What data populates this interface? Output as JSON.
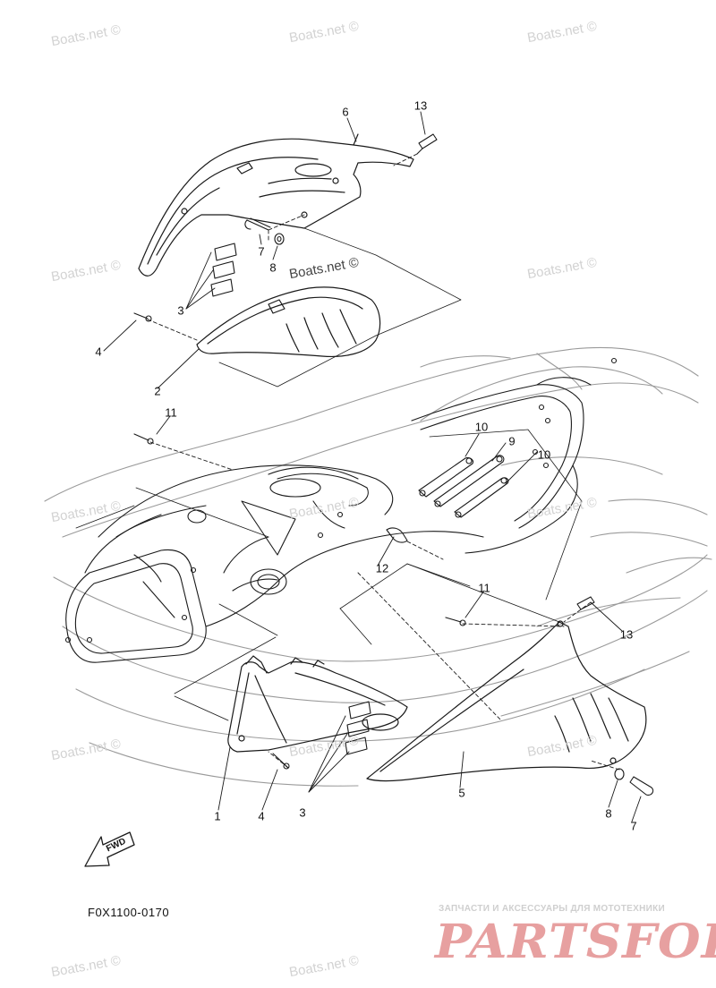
{
  "diagram": {
    "figure_code": "F0X1100-0170",
    "fwd_label": "FWD",
    "icons": [
      "fwd-arrow-icon"
    ],
    "callouts": [
      {
        "id": "c13a",
        "text": "13"
      },
      {
        "id": "c6",
        "text": "6"
      },
      {
        "id": "c7a",
        "text": "7"
      },
      {
        "id": "c8a",
        "text": "8"
      },
      {
        "id": "c3a",
        "text": "3"
      },
      {
        "id": "c4a",
        "text": "4"
      },
      {
        "id": "c2",
        "text": "2"
      },
      {
        "id": "c11a",
        "text": "11"
      },
      {
        "id": "c10a",
        "text": "10"
      },
      {
        "id": "c9",
        "text": "9"
      },
      {
        "id": "c10b",
        "text": "10"
      },
      {
        "id": "c12",
        "text": "12"
      },
      {
        "id": "c11b",
        "text": "11"
      },
      {
        "id": "c13b",
        "text": "13"
      },
      {
        "id": "c1",
        "text": "1"
      },
      {
        "id": "c4b",
        "text": "4"
      },
      {
        "id": "c3b",
        "text": "3"
      },
      {
        "id": "c5",
        "text": "5"
      },
      {
        "id": "c8b",
        "text": "8"
      },
      {
        "id": "c7b",
        "text": "7"
      }
    ]
  },
  "watermarks": [
    {
      "text": "Boats.net ©"
    },
    {
      "text": "Boats.net ©"
    },
    {
      "text": "Boats.net ©"
    },
    {
      "text": "Boats.net ©"
    },
    {
      "text": "Boats.net ©"
    },
    {
      "text": "Boats.net ©"
    },
    {
      "text": "Boats.net ©"
    },
    {
      "text": "Boats.net ©"
    },
    {
      "text": "Boats.net ©"
    },
    {
      "text": "Boats.net ©"
    },
    {
      "text": "Boats.net ©"
    },
    {
      "text": "Boats.net ©"
    },
    {
      "text": "Boats.net ©"
    },
    {
      "text": "Boats.net ©"
    }
  ],
  "banner": {
    "tagline": "ЗАПЧАСТИ И АКСЕССУАРЫ ДЛЯ МОТОТЕХНИКИ",
    "logo": "PARTSFOR.RU"
  },
  "colors": {
    "line": "#1a1a1a",
    "hull": "#9a9a9a",
    "watermark": "#d2d2d2",
    "logo": "#e7a0a0"
  }
}
